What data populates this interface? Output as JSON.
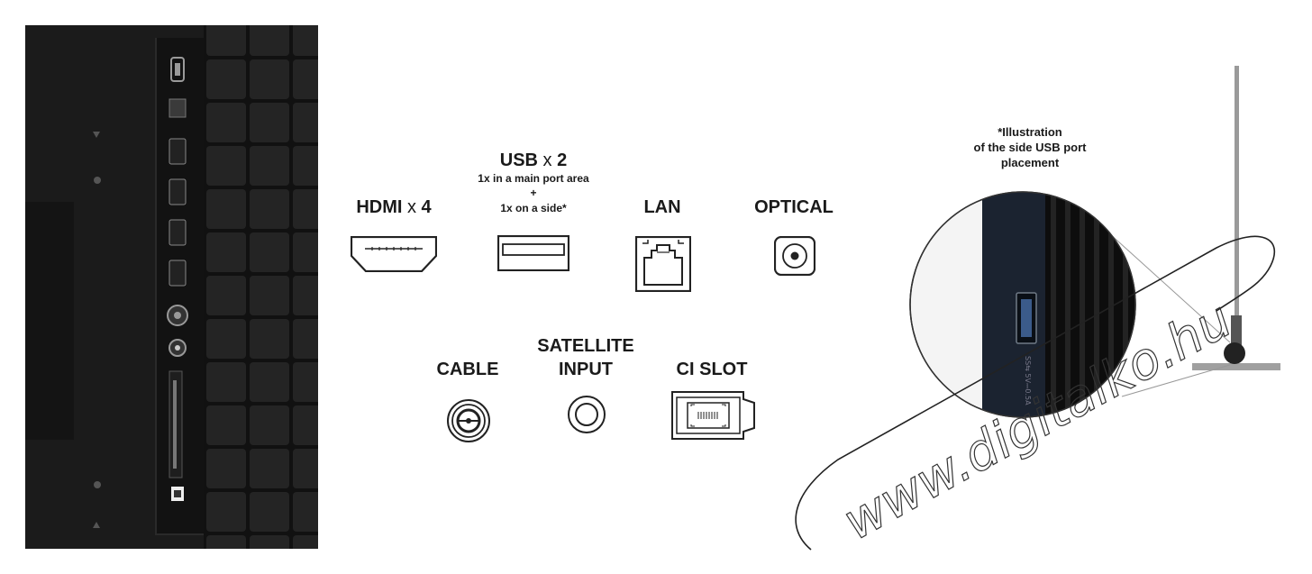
{
  "ports": {
    "hdmi": {
      "name": "HDMI",
      "x_mark": "x",
      "count": "4"
    },
    "usb": {
      "name": "USB",
      "x_mark": "x",
      "count": "2",
      "detail_line1": "1x in a main port area",
      "detail_plus": "+",
      "detail_line2": "1x on a side*"
    },
    "lan": {
      "name": "LAN"
    },
    "optical": {
      "name": "OPTICAL"
    },
    "cable": {
      "name": "CABLE"
    },
    "satellite": {
      "name_line1": "SATELLITE",
      "name_line2": "INPUT"
    },
    "ci_slot": {
      "name": "CI SLOT"
    }
  },
  "side_note": {
    "line1": "*Illustration",
    "line2": "of the side USB port",
    "line3": "placement"
  },
  "watermark": "www.digitalko.hu",
  "colors": {
    "background": "#ffffff",
    "tv_body": "#1b1b1b",
    "icon_stroke": "#222222",
    "text": "#1a1a1a"
  },
  "icons": [
    "hdmi-port-icon",
    "usb-port-icon",
    "lan-port-icon",
    "optical-port-icon",
    "cable-port-icon",
    "satellite-port-icon",
    "ci-slot-icon"
  ]
}
